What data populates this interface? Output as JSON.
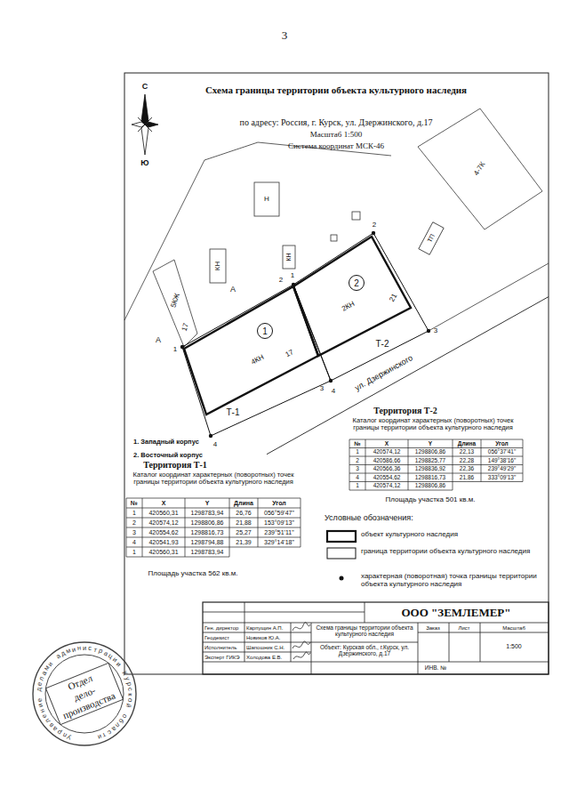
{
  "diagram": {
    "title": "Схема границы территории объекта культурного наследия",
    "nodes": [
      {
        "text": [
          "1"
        ]
      },
      {
        "text": [
          "2"
        ]
      }
    ],
    "labels": [
      "3",
      "С",
      "Ю",
      "по адресу: Россия, г. Курск, ул. Дзержинского, д.17",
      "Масштаб 1:500",
      "Система координат МСК-46",
      "4-7К",
      "Н",
      "КН",
      "КН",
      "ТП",
      "5КЖ",
      "А",
      "А",
      "17",
      "4КН",
      "17",
      "2КН",
      "21",
      "1",
      "2",
      "1",
      "2",
      "3",
      "3",
      "4",
      "4",
      "Т-1",
      "Т-2",
      "ул. Дзержинского",
      "1. Западный корпус",
      "2. Восточный корпус",
      "Территория Т-2",
      "Каталог координат характерных (поворотных) точек границы территории объекта культурного наследия",
      "№",
      "X",
      "Y",
      "Длина",
      "Угол",
      "1",
      "420574,12",
      "1298806,86",
      "22,13",
      "056°37'41\"",
      "2",
      "420586,66",
      "1298825,77",
      "22,28",
      "149°38'16\"",
      "3",
      "420566,36",
      "1298836,92",
      "22,36",
      "239°49'29\"",
      "4",
      "420554,62",
      "1298816,73",
      "21,86",
      "333°09'13\"",
      "1",
      "420574,12",
      "1298806,86",
      "Площадь участка 501 кв.м.",
      "Территория Т-1",
      "Каталог координат характерных (поворотных) точек границы территории объекта культурного наследия",
      "№",
      "X",
      "Y",
      "Длина",
      "Угол",
      "1",
      "420560,31",
      "1298783,94",
      "26,76",
      "056°59'47\"",
      "2",
      "420574,12",
      "1298806,86",
      "21,88",
      "153°09'13\"",
      "3",
      "420554,62",
      "1298816,73",
      "25,27",
      "239°51'11\"",
      "4",
      "420541,93",
      "1298794,88",
      "21,39",
      "329°14'18\"",
      "1",
      "420560,31",
      "1298783,94",
      "Площадь участка 562 кв.м.",
      "Условные обозначения:",
      "ООО \"ЗЕМЛЕМЕР\"",
      "Ген. директор",
      "Карпущин А.П.",
      "Геодезист",
      "Новиков Ю.А.",
      "Исполнитель",
      "Шапошник С.Н.",
      "Эксперт ГИКЭ",
      "Холодова Е.В.",
      "Схема границы территории объекта культурного наследия",
      "Объект: Курская обл., г.Курск, ул. Дзержинского, д.17",
      "Заказ",
      "Лист",
      "Масштаб",
      "1:500",
      "ИНВ. №",
      "Управление делами администрации Курской области",
      "Отдел",
      "дело-",
      "производства"
    ],
    "legend": [
      {
        "text": "объект культурного наследия"
      },
      {
        "text": "граница территории объекта культурного наследия"
      },
      {
        "text": "характерная (поворотная) точка границы территории объекта культурного наследия"
      }
    ]
  }
}
